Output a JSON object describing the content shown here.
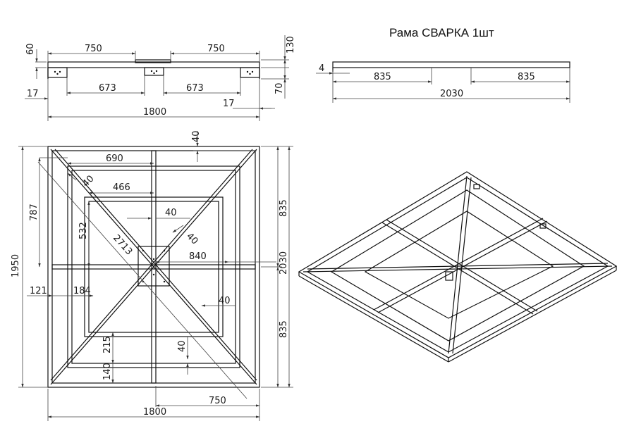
{
  "title": "Рама СВАРКА 1шт",
  "colors": {
    "line": "#111111",
    "dim_line": "#444444",
    "background": "#ffffff"
  },
  "side_view": {
    "dims": {
      "d_750_a": "750",
      "d_750_b": "750",
      "d_60": "60",
      "d_130": "130",
      "d_673_a": "673",
      "d_673_b": "673",
      "d_17_a": "17",
      "d_17_b": "17",
      "d_70": "70",
      "d_1800": "1800"
    }
  },
  "front_view": {
    "dims": {
      "d_4": "4",
      "d_835_a": "835",
      "d_835_b": "835",
      "d_2030": "2030"
    }
  },
  "plan_view": {
    "dims": {
      "d_40_top": "40",
      "d_690": "690",
      "d_40_diag": "40",
      "d_466": "466",
      "d_787": "787",
      "d_532": "532",
      "d_40_center": "40",
      "d_40_center_diag": "40",
      "d_2713": "2713",
      "d_840": "840",
      "d_1950": "1950",
      "d_121": "121",
      "d_184": "184",
      "d_40_right": "40",
      "d_835_upper": "835",
      "d_2030": "2030",
      "d_835_lower": "835",
      "d_215": "215",
      "d_40_bottom": "40",
      "d_140": "140",
      "d_750": "750",
      "d_1800": "1800"
    }
  }
}
